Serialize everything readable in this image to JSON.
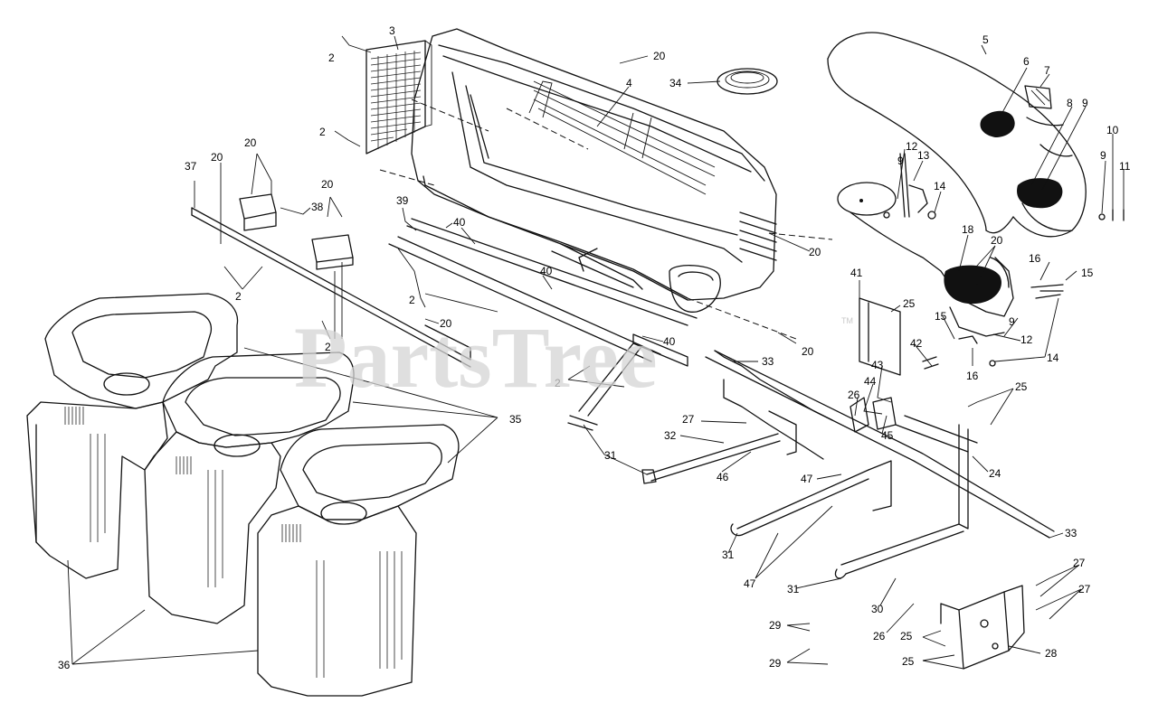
{
  "watermark": {
    "text": "PartsTree",
    "trademark": "TM"
  },
  "callouts": [
    {
      "label": "2"
    },
    {
      "label": "3"
    },
    {
      "label": "20"
    },
    {
      "label": "4"
    },
    {
      "label": "34"
    },
    {
      "label": "5"
    },
    {
      "label": "6"
    },
    {
      "label": "7"
    },
    {
      "label": "8"
    },
    {
      "label": "9"
    },
    {
      "label": "10"
    },
    {
      "label": "9"
    },
    {
      "label": "11"
    },
    {
      "label": "2"
    },
    {
      "label": "20"
    },
    {
      "label": "37"
    },
    {
      "label": "20"
    },
    {
      "label": "38"
    },
    {
      "label": "20"
    },
    {
      "label": "39"
    },
    {
      "label": "40"
    },
    {
      "label": "12"
    },
    {
      "label": "9"
    },
    {
      "label": "13"
    },
    {
      "label": "14"
    },
    {
      "label": "18"
    },
    {
      "label": "20"
    },
    {
      "label": "20"
    },
    {
      "label": "15"
    },
    {
      "label": "16"
    },
    {
      "label": "2"
    },
    {
      "label": "2"
    },
    {
      "label": "40"
    },
    {
      "label": "41"
    },
    {
      "label": "25"
    },
    {
      "label": "15"
    },
    {
      "label": "9"
    },
    {
      "label": "12"
    },
    {
      "label": "14"
    },
    {
      "label": "16"
    },
    {
      "label": "20"
    },
    {
      "label": "2"
    },
    {
      "label": "40"
    },
    {
      "label": "20"
    },
    {
      "label": "42"
    },
    {
      "label": "33"
    },
    {
      "label": "2"
    },
    {
      "label": "43"
    },
    {
      "label": "44"
    },
    {
      "label": "26"
    },
    {
      "label": "25"
    },
    {
      "label": "35"
    },
    {
      "label": "27"
    },
    {
      "label": "45"
    },
    {
      "label": "32"
    },
    {
      "label": "31"
    },
    {
      "label": "46"
    },
    {
      "label": "47"
    },
    {
      "label": "24"
    },
    {
      "label": "33"
    },
    {
      "label": "31"
    },
    {
      "label": "47"
    },
    {
      "label": "31"
    },
    {
      "label": "27"
    },
    {
      "label": "27"
    },
    {
      "label": "30"
    },
    {
      "label": "29"
    },
    {
      "label": "26"
    },
    {
      "label": "25"
    },
    {
      "label": "28"
    },
    {
      "label": "29"
    },
    {
      "label": "25"
    },
    {
      "label": "36"
    }
  ]
}
